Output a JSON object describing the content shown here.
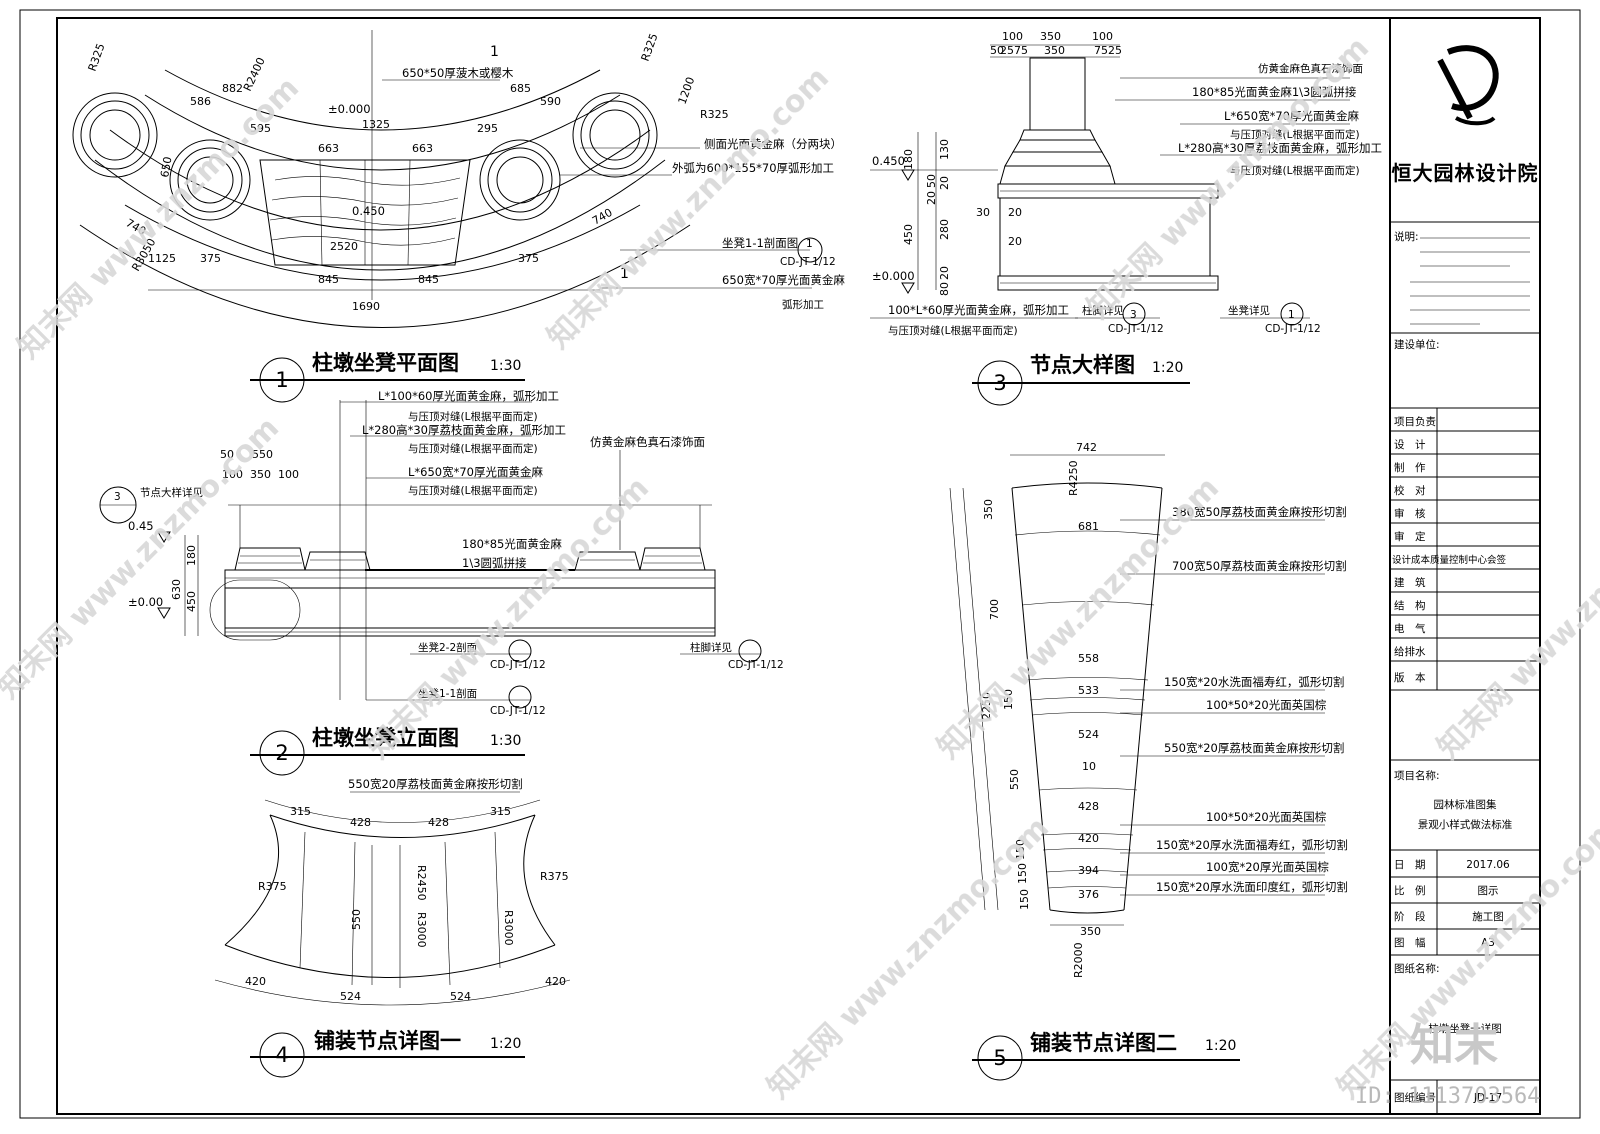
{
  "firm": {
    "name": "恒大园林设计院"
  },
  "notes_header": "说明:",
  "drawings": [
    {
      "number": "1",
      "title": "柱墩坐凳平面图",
      "scale": "1:30",
      "labels": {
        "datum": "±0.000",
        "seat_elev": "0.450",
        "top_wood": "650*50厚菠木或樱木",
        "side_stone": "侧面光面黄金麻（分两块）",
        "outer_stone": "外弧为600*155*70厚弧形加工",
        "section_ref": "坐凳1-1剖面图",
        "stone_650": "650宽*70厚光面黄金麻",
        "arc_process": "弧形加工",
        "detail_ref": "CD-JT-1/12",
        "cut_mark": "1"
      },
      "dimensions": [
        "R325",
        "R2400",
        "R325",
        "R3050",
        "586",
        "882",
        "685",
        "590",
        "595",
        "295",
        "1325",
        "663",
        "663",
        "650",
        "740",
        "740",
        "1125",
        "375",
        "375",
        "845",
        "845",
        "1690",
        "1200",
        "R325",
        "2520"
      ]
    },
    {
      "number": "2",
      "title": "柱墩坐凳立面图",
      "scale": "1:30",
      "labels": {
        "l1": "L*100*60厚光面黄金麻，弧形加工",
        "l2": "与压顶对缝(L根据平面而定)",
        "l3": "L*280高*30厚荔枝面黄金麻，弧形加工",
        "l4": "与压顶对缝(L根据平面而定)",
        "l5": "L*650宽*70厚光面黄金麻",
        "l6": "与压顶对缝(L根据平面而定)",
        "l7": "仿黄金麻色真石漆饰面",
        "l8": "180*85光面黄金麻",
        "l9": "1\\3圆弧拼接",
        "node_ref": "节点大样详见",
        "sec22": "坐凳2-2剖面",
        "sec11": "坐凳1-1剖面",
        "foot_ref": "柱脚详见",
        "elev_045": "0.45",
        "elev_000": "±0.00",
        "detail_ref": "CD-JT-1/12"
      },
      "dimensions": [
        "50",
        "550",
        "100",
        "350",
        "100",
        "180",
        "630",
        "450"
      ]
    },
    {
      "number": "3",
      "title": "节点大样图",
      "scale": "1:20",
      "labels": {
        "a1": "仿黄金麻色真石漆饰面",
        "a2": "180*85光面黄金麻1\\3圆弧拼接",
        "a3": "L*650宽*70厚光面黄金麻",
        "a4": "与压顶对缝(L根据平面而定)",
        "a5": "L*280高*30厚荔枝面黄金麻，弧形加工",
        "a6": "与压顶对缝(L根据平面而定)",
        "a7": "100*L*60厚光面黄金麻，弧形加工",
        "a8": "与压顶对缝(L根据平面而定)",
        "foot": "柱脚详见",
        "seat": "坐凳详见",
        "elev_0450": "0.450",
        "elev_000": "±0.000",
        "detail_ref": "CD-JT-1/12"
      },
      "dimensions": [
        "100",
        "350",
        "100",
        "50",
        "25",
        "75",
        "350",
        "75",
        "25",
        "180",
        "130",
        "20",
        "50",
        "20",
        "450",
        "280",
        "30",
        "20",
        "20",
        "20",
        "80"
      ]
    },
    {
      "number": "4",
      "title": "铺装节点详图一",
      "scale": "1:20",
      "labels": {
        "top": "550宽20厚荔枝面黄金麻按形切割"
      },
      "dimensions": [
        "315",
        "428",
        "428",
        "315",
        "R375",
        "R3000",
        "R2450",
        "R3000",
        "550",
        "420",
        "524",
        "524",
        "420",
        "R375"
      ]
    },
    {
      "number": "5",
      "title": "铺装节点详图二",
      "scale": "1:20",
      "labels": {
        "b1": "380宽50厚荔枝面黄金麻按形切割",
        "b2": "700宽50厚荔枝面黄金麻按形切割",
        "b3": "150宽*20水洗面福寿红，弧形切割",
        "b4": "100*50*20光面英国棕",
        "b5": "550宽*20厚荔枝面黄金麻按形切割",
        "b6": "100*50*20光面英国棕",
        "b7": "150宽*20厚水洗面福寿红，弧形切割",
        "b8": "100宽*20厚光面英国棕",
        "b9": "150宽*20厚水洗面印度红，弧形切割"
      },
      "dimensions": [
        "742",
        "R4250",
        "681",
        "558",
        "533",
        "524",
        "10",
        "428",
        "420",
        "394",
        "376",
        "350",
        "R2000",
        "350",
        "700",
        "2250",
        "150",
        "550",
        "150",
        "150",
        "150"
      ]
    }
  ],
  "title_block": {
    "rows_top": [
      "建设单位:"
    ],
    "rows": [
      "项目负责",
      "设　计",
      "制　作",
      "校　对",
      "审　核",
      "审　定",
      "设计成本质量控制中心会签",
      "建　筑",
      "结　构",
      "电　气",
      "给排水",
      "版　本"
    ],
    "project_label": "项目名称:",
    "project_name_1": "园林标准图集",
    "project_name_2": "景观小样式做法标准",
    "info": [
      {
        "k": "日　期",
        "v": "2017.06"
      },
      {
        "k": "比　例",
        "v": "图示"
      },
      {
        "k": "阶　段",
        "v": "施工图"
      },
      {
        "k": "图　幅",
        "v": "A3"
      }
    ],
    "drawing_name_label": "图纸名称:",
    "drawing_name": "柱墩坐凳一详图",
    "drawing_no_label": "图纸编号",
    "drawing_no": "JD-17"
  },
  "watermark": {
    "site": "知末网 www.znzmo.com",
    "brand": "知末",
    "id": "ID: 1113703564"
  }
}
